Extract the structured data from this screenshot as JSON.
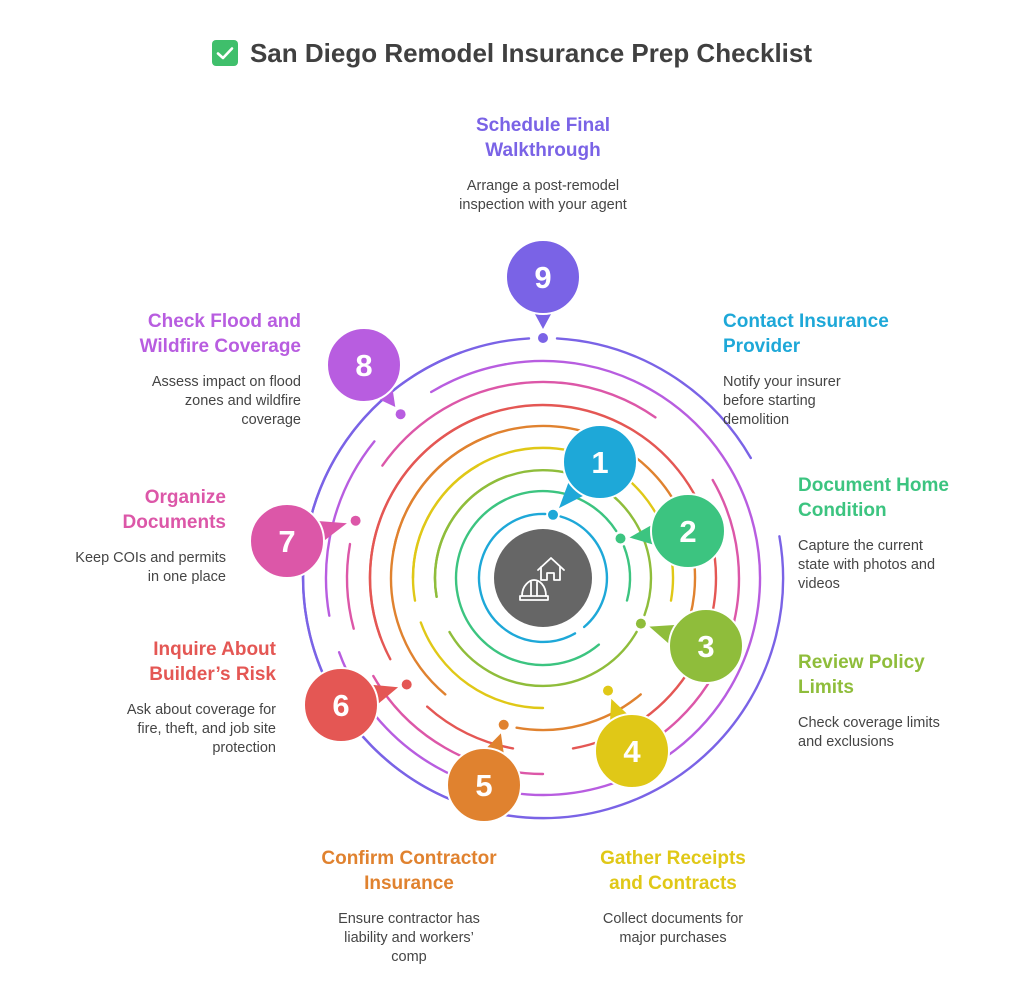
{
  "title": "San Diego Remodel Insurance Prep Checklist",
  "title_icon": "check-box-icon",
  "center_icon": "house-hardhat-icon",
  "colors": {
    "center": "#666666",
    "title_check": "#3fbf6b",
    "text_body": "#454545"
  },
  "steps": [
    {
      "number": "1",
      "title_line1": "Contact Insurance",
      "title_line2": "Provider",
      "desc_line1": "Notify your insurer",
      "desc_line2": "before starting",
      "desc_line3": "demolition",
      "color": "#1ea8d8"
    },
    {
      "number": "2",
      "title_line1": "Document Home",
      "title_line2": "Condition",
      "desc_line1": "Capture the current",
      "desc_line2": "state with photos and",
      "desc_line3": "videos",
      "color": "#3cc480"
    },
    {
      "number": "3",
      "title_line1": "Review Policy",
      "title_line2": "Limits",
      "desc_line1": "Check coverage limits",
      "desc_line2": "and exclusions",
      "desc_line3": "",
      "color": "#8fbd3b"
    },
    {
      "number": "4",
      "title_line1": "Gather Receipts",
      "title_line2": "and Contracts",
      "desc_line1": "Collect documents for",
      "desc_line2": "major purchases",
      "desc_line3": "",
      "color": "#e0c817"
    },
    {
      "number": "5",
      "title_line1": "Confirm Contractor",
      "title_line2": "Insurance",
      "desc_line1": "Ensure contractor has",
      "desc_line2": "liability and workers’",
      "desc_line3": "comp",
      "color": "#e0822f"
    },
    {
      "number": "6",
      "title_line1": "Inquire About",
      "title_line2": "Builder’s Risk",
      "desc_line1": "Ask about coverage for",
      "desc_line2": "fire, theft, and job site",
      "desc_line3": "protection",
      "color": "#e45754"
    },
    {
      "number": "7",
      "title_line1": "Organize",
      "title_line2": "Documents",
      "desc_line1": "Keep COIs and permits",
      "desc_line2": "in one place",
      "desc_line3": "",
      "color": "#dc57a8"
    },
    {
      "number": "8",
      "title_line1": "Check Flood and",
      "title_line2": "Wildfire Coverage",
      "desc_line1": "Assess impact on flood",
      "desc_line2": "zones and wildfire",
      "desc_line3": "coverage",
      "color": "#b85de0"
    },
    {
      "number": "9",
      "title_line1": "Schedule Final",
      "title_line2": "Walkthrough",
      "desc_line1": "Arrange a post-remodel",
      "desc_line2": "inspection with your agent",
      "desc_line3": "",
      "color": "#7a63e6"
    }
  ]
}
